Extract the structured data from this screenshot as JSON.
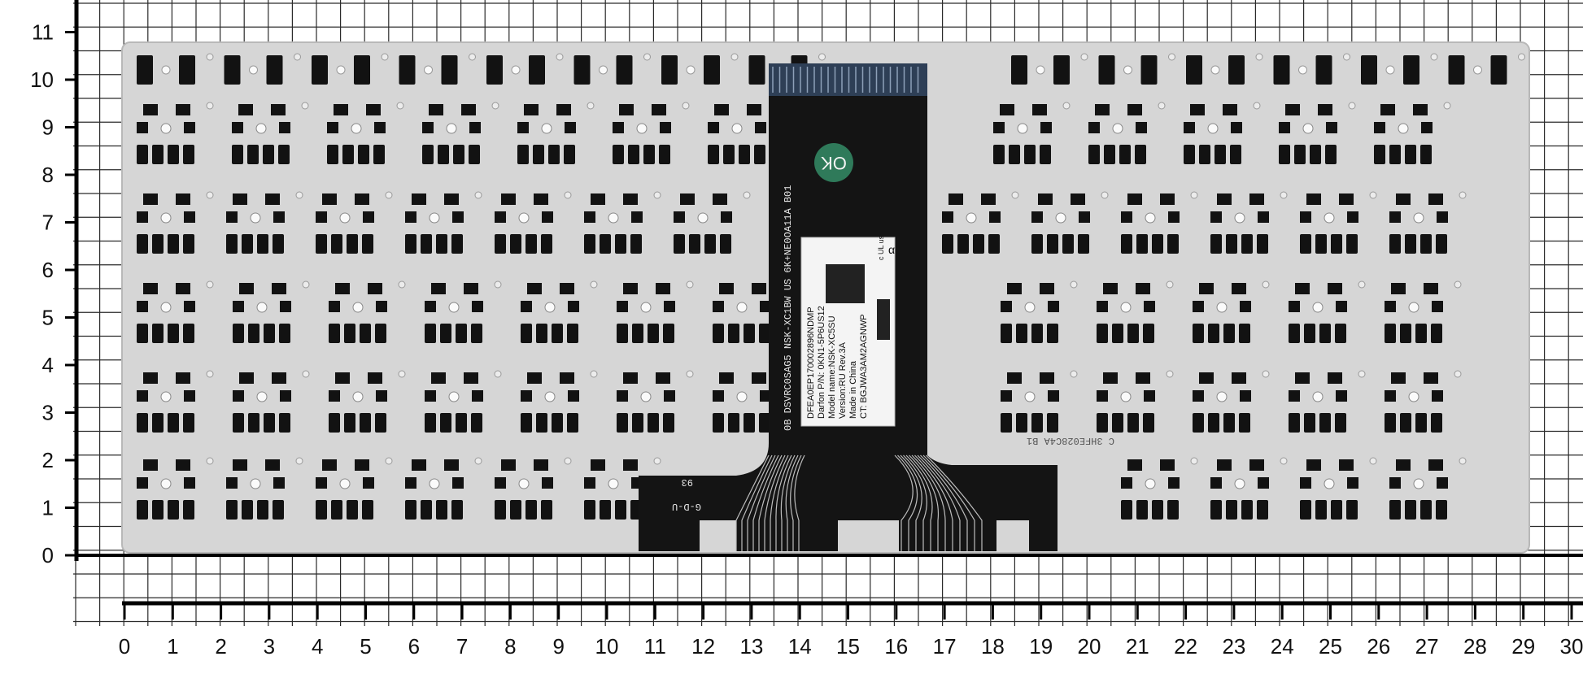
{
  "image": {
    "subject": "laptop keyboard rear panel on measurement grid",
    "colors": {
      "background": "#ffffff",
      "grid": "#1a1a1a",
      "plate": "#d6d6d6",
      "plate_edge": "#b8b8b8",
      "rubber_pad": "#121212",
      "ribbon": "#141414",
      "ribbon_connector": "#2e3f56",
      "ok_sticker": "#2f7a5a",
      "label_paper": "#f4f4f4"
    }
  },
  "scale": {
    "x_ticks": [
      "0",
      "1",
      "2",
      "3",
      "4",
      "5",
      "6",
      "7",
      "8",
      "9",
      "10",
      "11",
      "12",
      "13",
      "14",
      "15",
      "16",
      "17",
      "18",
      "19",
      "20",
      "21",
      "22",
      "23",
      "24",
      "25",
      "26",
      "27",
      "28",
      "29",
      "30"
    ],
    "y_ticks": [
      "0",
      "1",
      "2",
      "3",
      "4",
      "5",
      "6",
      "7",
      "8",
      "9",
      "10",
      "11"
    ],
    "unit": "cm"
  },
  "ok_sticker": {
    "text": "OK"
  },
  "product_label": {
    "lines": [
      "DFEA0EP170002896NDMP",
      "Darfon P/N: 0KN1-5P6US12",
      "Model name:NSK-XC5SU",
      "Version:RU         Rev.3A",
      "Made in China",
      "CT: BGJWA3AM2AGNWP"
    ],
    "corner_mark": "α",
    "cert_mark": "c UL us"
  },
  "ribbon_print": {
    "text": "0B DSVRC0SAG5  NSK-XC1BW US 6K+NE0OA11A B01",
    "footer_code_1": "93",
    "footer_code_2": "G-D-U"
  },
  "plate_print": {
    "code": "C 3HFE028C4A  B1"
  }
}
